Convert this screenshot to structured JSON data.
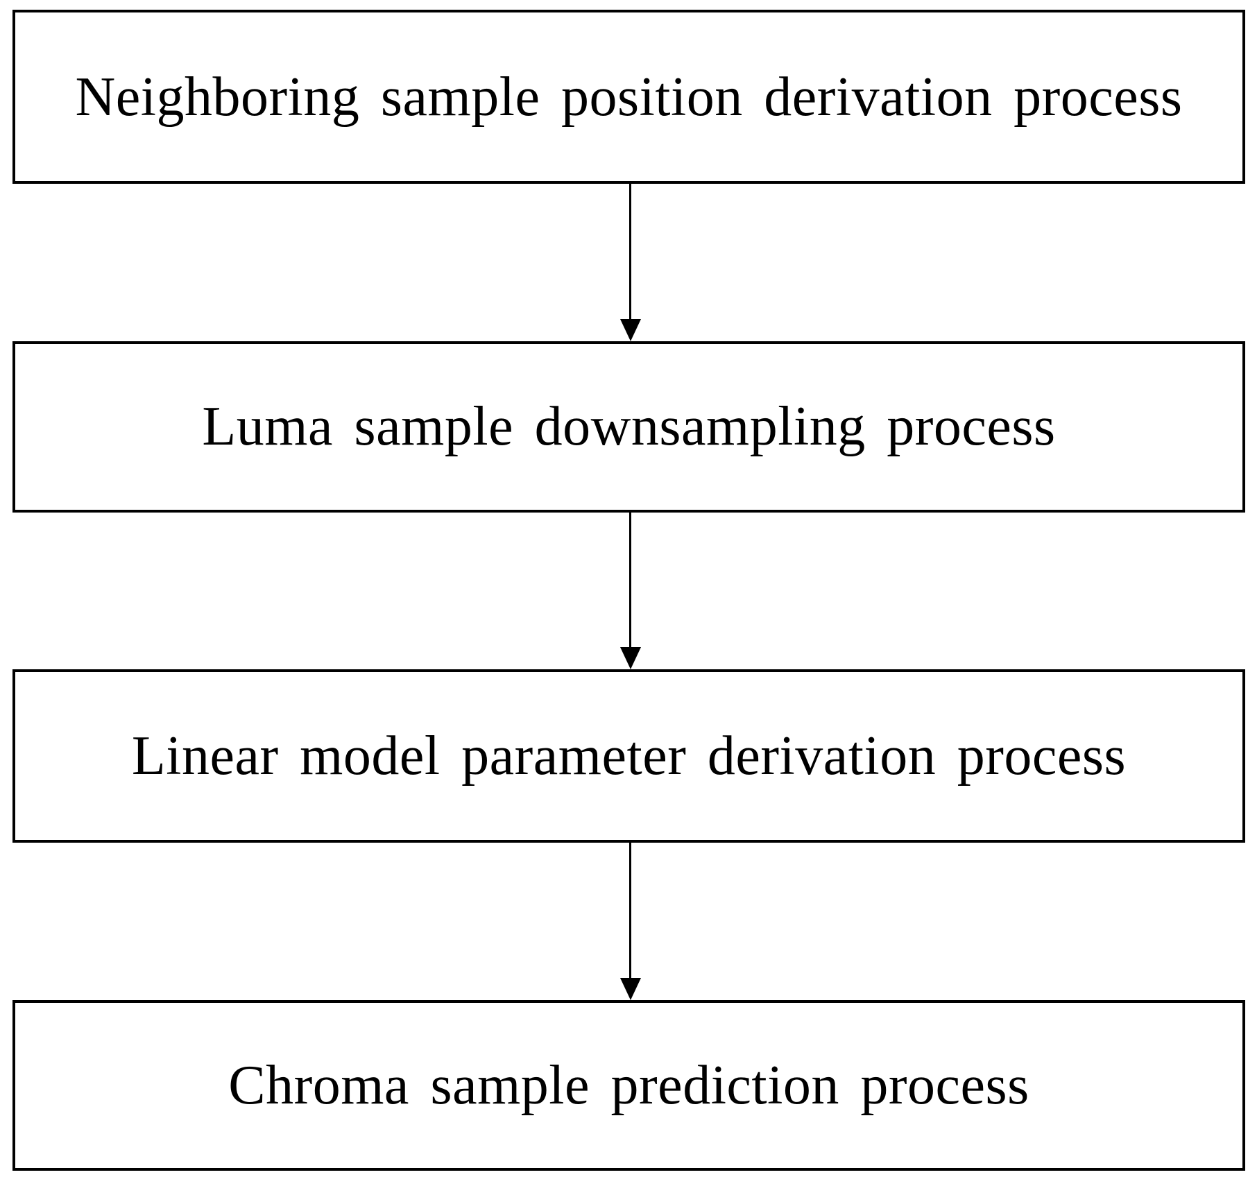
{
  "diagram": {
    "type": "flowchart",
    "direction": "top-to-bottom",
    "nodes": [
      {
        "id": "neighboring-sample-position",
        "label": "Neighboring sample position derivation process"
      },
      {
        "id": "luma-sample-downsampling",
        "label": "Luma sample downsampling process"
      },
      {
        "id": "linear-model-parameter",
        "label": "Linear model parameter derivation process"
      },
      {
        "id": "chroma-sample-prediction",
        "label": "Chroma sample prediction process"
      }
    ],
    "edges": [
      {
        "from": "neighboring-sample-position",
        "to": "luma-sample-downsampling"
      },
      {
        "from": "luma-sample-downsampling",
        "to": "linear-model-parameter"
      },
      {
        "from": "linear-model-parameter",
        "to": "chroma-sample-prediction"
      }
    ],
    "colors": {
      "border": "#000000",
      "text": "#000000",
      "background": "#ffffff"
    }
  }
}
